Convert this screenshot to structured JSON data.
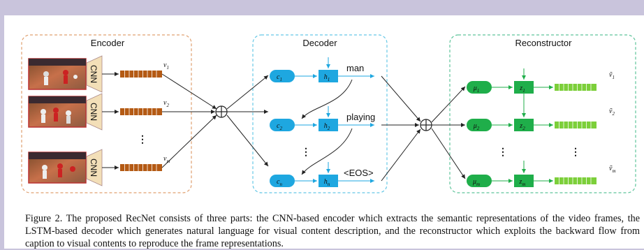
{
  "figure": {
    "encoder": {
      "title": "Encoder",
      "cnn_label": "CNN",
      "features": [
        "v",
        "v",
        "v"
      ],
      "feature_subs": [
        "1",
        "2",
        "m"
      ]
    },
    "decoder": {
      "title": "Decoder",
      "cells": [
        "c",
        "c",
        "c"
      ],
      "cell_subs": [
        "1",
        "2",
        "n"
      ],
      "hidden": [
        "h",
        "h",
        "h"
      ],
      "hidden_subs": [
        "1",
        "2",
        "n"
      ],
      "words": [
        "man",
        "playing",
        "<EOS>"
      ]
    },
    "reconstructor": {
      "title": "Reconstructor",
      "mu": [
        "μ",
        "μ",
        "μ"
      ],
      "mu_subs": [
        "1",
        "2",
        "m"
      ],
      "z": [
        "z",
        "z",
        "z"
      ],
      "z_subs": [
        "1",
        "2",
        "m"
      ],
      "recon": [
        "ṽ",
        "ṽ",
        "ṽ"
      ],
      "recon_subs": [
        "1",
        "2",
        "m"
      ]
    },
    "ellipsis": "⋮",
    "combine_symbol": "⊕",
    "colors": {
      "encoder_border": "#e0a070",
      "decoder_border": "#66c8e6",
      "reconstructor_border": "#5dc49a",
      "feature_bar": "#b45a14",
      "decoder_node": "#1ea7e0",
      "recon_node": "#1fae4a",
      "recon_bar": "#7ccf3a"
    }
  },
  "caption": "Figure 2. The proposed RecNet consists of three parts: the CNN-based encoder which extracts the semantic representations of the video frames, the LSTM-based decoder which generates natural language for visual content description, and the reconstructor which exploits the backward flow from caption to visual contents to reproduce the frame representations."
}
